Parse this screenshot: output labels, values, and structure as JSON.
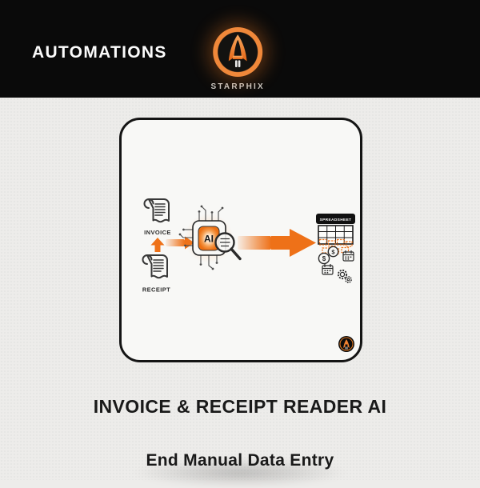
{
  "header": {
    "title": "AUTOMATIONS",
    "brand": "STARPHIX"
  },
  "diagram": {
    "inputs": [
      {
        "label": "INVOICE",
        "icon": "invoice-scroll-icon"
      },
      {
        "label": "RECEIPT",
        "icon": "receipt-scroll-icon"
      }
    ],
    "processor": {
      "label": "AI",
      "icon": "ai-chip-icon",
      "overlay_icon": "magnifier-icon"
    },
    "output": {
      "label": "SPREADSHEET",
      "icon": "spreadsheet-icon",
      "coin_symbol": "$",
      "detail_icons": [
        "dollar-coin-icon",
        "dollar-coin-icon",
        "calendar-icon",
        "calendar-icon",
        "gears-icon"
      ]
    }
  },
  "caption": {
    "title": "INVOICE & RECEIPT READER AI",
    "subtitle": "End Manual Data Entry"
  },
  "colors": {
    "accent_orange": "#ee7118",
    "header_bg": "#0a0a0a",
    "page_bg": "#edecea",
    "card_bg": "#f8f8f6",
    "card_border": "#141414",
    "text_dark": "#191919",
    "brand_text": "#c9c7c3",
    "icon_stroke": "#383838"
  },
  "icons": {
    "starphix-rocket-icon": "orange rocket in glowing circle",
    "invoice-scroll-icon": "paper scroll with text lines",
    "receipt-scroll-icon": "paper scroll with text lines",
    "up-arrow-icon": "solid orange arrow up",
    "flow-arrow-icon": "orange gradient arrow right",
    "big-flow-arrow-icon": "large orange gradient arrow right",
    "ai-chip-icon": "glowing AI processor chip with circuit pins",
    "magnifier-icon": "magnifying glass scanning lines",
    "spreadsheet-icon": "spreadsheet grid with highlighted cells",
    "dollar-coin-icon": "coin with dollar sign",
    "calendar-icon": "small calendar",
    "gears-icon": "two gears",
    "starphix-logo-icon": "mini starphix badge"
  }
}
